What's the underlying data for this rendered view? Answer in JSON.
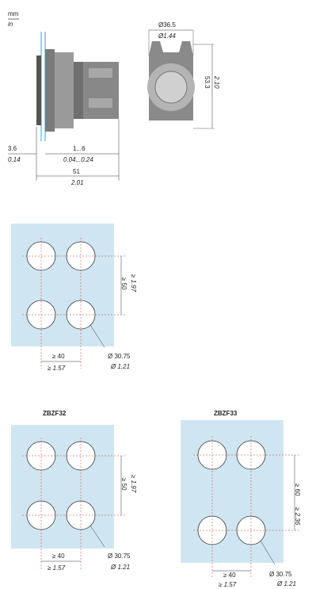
{
  "units": {
    "mm": "mm",
    "in": "in"
  },
  "side_view": {
    "dim_a_mm": "3.6",
    "dim_a_in": "0.14",
    "dim_b_mm": "1...6",
    "dim_b_in": "0.04...0.24",
    "dim_c_mm": "51",
    "dim_c_in": "2.01"
  },
  "front_view": {
    "dia_mm": "Ø36.5",
    "dia_in": "Ø1.44",
    "height_mm": "53.3",
    "height_in": "2.10"
  },
  "panel_1": {
    "vspace_mm": "≥ 50",
    "vspace_in": "≥ 1.97",
    "hspace_mm": "≥ 40",
    "hspace_in": "≥ 1.57",
    "hole_mm": "Ø 30.75",
    "hole_in": "Ø 1.21"
  },
  "panel_2": {
    "title": "ZBZF32",
    "vspace_mm": "≥ 50",
    "vspace_in": "≥ 1.97",
    "hspace_mm": "≥ 40",
    "hspace_in": "≥ 1.57",
    "hole_mm": "Ø 30.75",
    "hole_in": "Ø 1.21"
  },
  "panel_3": {
    "title": "ZBZF33",
    "vspace_mm": "≥ 60",
    "vspace_in": "≥ 2.36",
    "hspace_mm": "≥ 40",
    "hspace_in": "≥ 1.57",
    "hole_mm": "Ø 30.75",
    "hole_in": "Ø 1.21"
  },
  "colors": {
    "panel": "#cfe6f2",
    "line": "#333333",
    "accent": "#4fb3d9"
  }
}
